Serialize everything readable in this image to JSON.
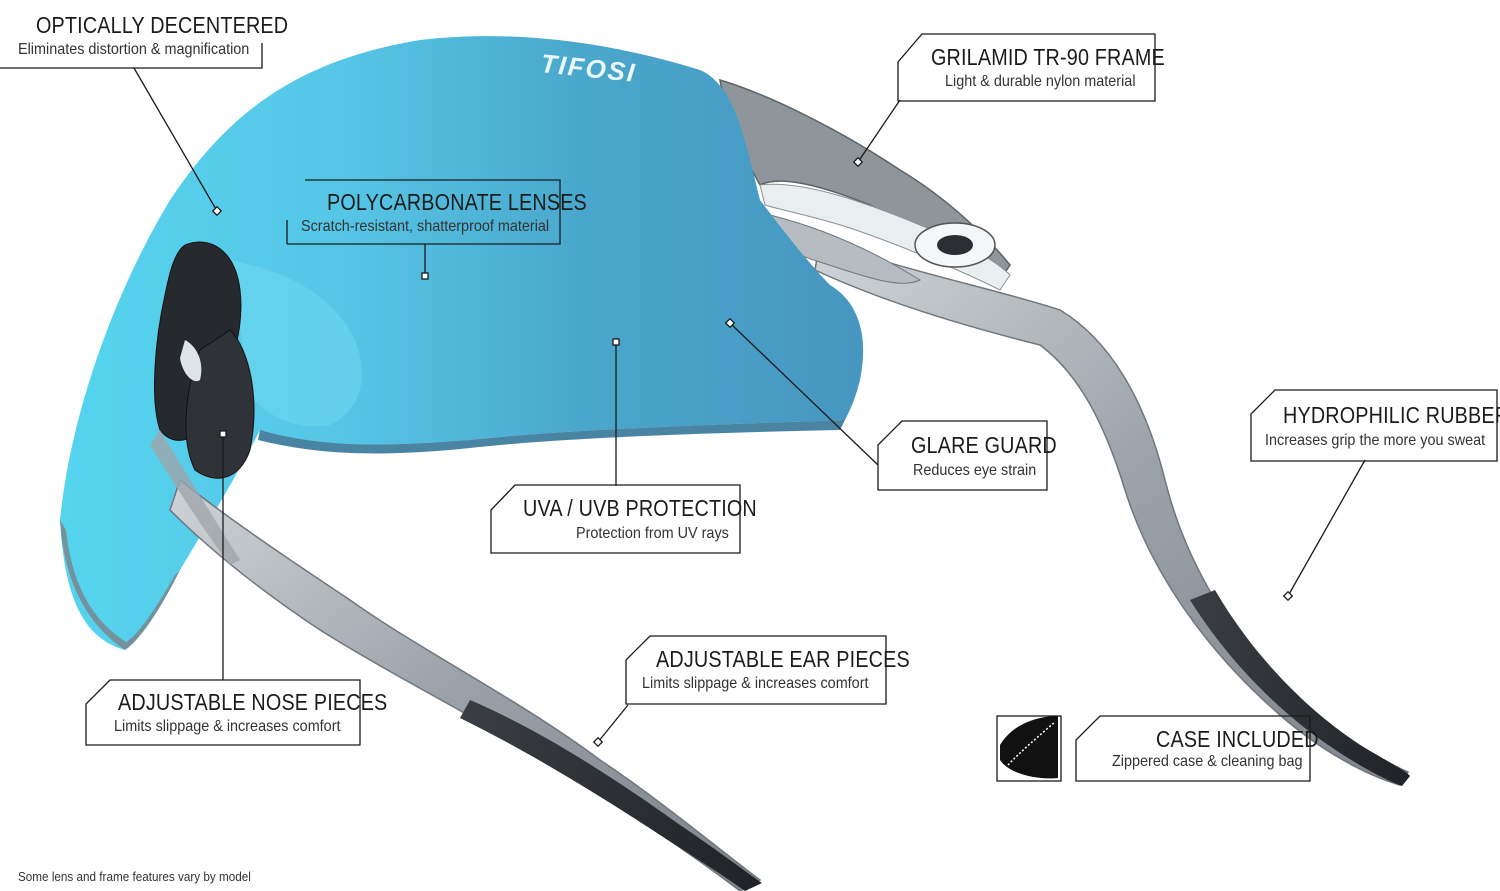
{
  "brand": "TIFOSI",
  "callouts": {
    "optically_decentered": {
      "title": "OPTICALLY DECENTERED",
      "subtitle": "Eliminates distortion & magnification"
    },
    "polycarbonate_lenses": {
      "title": "POLYCARBONATE LENSES",
      "subtitle": "Scratch-resistant, shatterproof material"
    },
    "grilamid_frame": {
      "title": "GRILAMID TR-90 FRAME",
      "subtitle": "Light & durable nylon material"
    },
    "hydrophilic_rubber": {
      "title": "HYDROPHILIC RUBBER",
      "subtitle": "Increases grip the more you sweat"
    },
    "glare_guard": {
      "title": "GLARE GUARD",
      "subtitle": "Reduces eye strain"
    },
    "uva_uvb": {
      "title": "UVA / UVB PROTECTION",
      "subtitle": "Protection from UV rays"
    },
    "adjustable_ear": {
      "title": "ADJUSTABLE EAR PIECES",
      "subtitle": "Limits slippage & increases comfort"
    },
    "adjustable_nose": {
      "title": "ADJUSTABLE NOSE PIECES",
      "subtitle": "Limits slippage & increases comfort"
    },
    "case_included": {
      "title": "CASE INCLUDED",
      "subtitle": "Zippered case & cleaning bag"
    }
  },
  "footnote": "Some lens and frame features vary by model",
  "colors": {
    "lens_light": "#5fd6f0",
    "lens_dark": "#3a9bbf",
    "frame": "#a8aeb4",
    "rubber": "#2a2d31",
    "line": "#1a1a1a"
  },
  "icons": {
    "case": "case-icon"
  }
}
